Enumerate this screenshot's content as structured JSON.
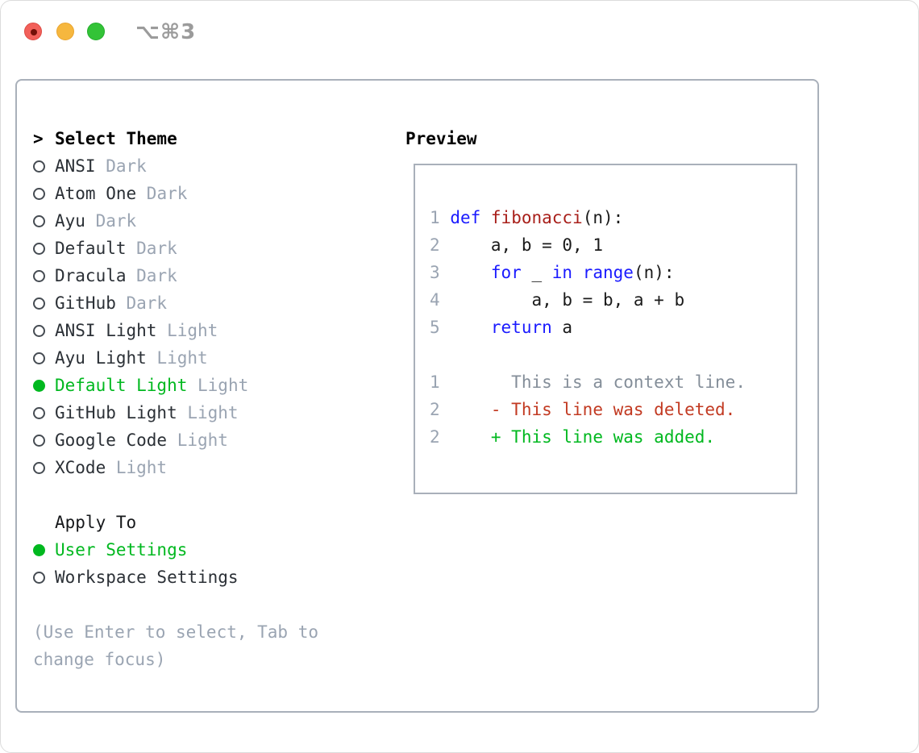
{
  "window": {
    "title": "⌥⌘3",
    "traffic_lights": [
      "close-button",
      "minimize-button",
      "zoom-button"
    ]
  },
  "colors": {
    "green": "#00b81f",
    "red": "#c23a22",
    "blue": "#1b1bff",
    "dark_red": "#a81f1a",
    "gray_light": "#9aa4b2",
    "gray_ctx": "#848e99",
    "text_dark": "#2b3036",
    "panel_border": "#a9b0ba",
    "title_gray": "#9b9b9b",
    "traffic_red": "#f2605a",
    "traffic_red_ring": "#dd4a43",
    "traffic_red_dot": "#731008",
    "traffic_yellow": "#f6b73e",
    "traffic_yellow_ring": "#e9a42f",
    "traffic_green": "#33c337",
    "traffic_green_ring": "#24ad2c"
  },
  "theme_picker": {
    "header_marker": ">",
    "header_label": "Select Theme",
    "themes": [
      {
        "name": "ANSI",
        "variant": "Dark",
        "selected": false
      },
      {
        "name": "Atom One",
        "variant": "Dark",
        "selected": false
      },
      {
        "name": "Ayu",
        "variant": "Dark",
        "selected": false
      },
      {
        "name": "Default",
        "variant": "Dark",
        "selected": false
      },
      {
        "name": "Dracula",
        "variant": "Dark",
        "selected": false
      },
      {
        "name": "GitHub",
        "variant": "Dark",
        "selected": false
      },
      {
        "name": "ANSI Light",
        "variant": "Light",
        "selected": false
      },
      {
        "name": "Ayu Light",
        "variant": "Light",
        "selected": false
      },
      {
        "name": "Default Light",
        "variant": "Light",
        "selected": true
      },
      {
        "name": "GitHub Light",
        "variant": "Light",
        "selected": false
      },
      {
        "name": "Google Code",
        "variant": "Light",
        "selected": false
      },
      {
        "name": "XCode",
        "variant": "Light",
        "selected": false
      }
    ],
    "apply_to": {
      "label": "Apply To",
      "options": [
        {
          "label": "User Settings",
          "selected": true
        },
        {
          "label": "Workspace Settings",
          "selected": false
        }
      ]
    },
    "hint": "(Use Enter to select, Tab to change focus)"
  },
  "preview": {
    "label": "Preview",
    "code_lines": [
      {
        "num": "1",
        "tokens": [
          {
            "t": "def",
            "c": "kw"
          },
          {
            "t": " ",
            "c": "txt"
          },
          {
            "t": "fibonacci",
            "c": "fn"
          },
          {
            "t": "(n):",
            "c": "txt"
          }
        ]
      },
      {
        "num": "2",
        "tokens": [
          {
            "t": "    a, b = 0, 1",
            "c": "txt"
          }
        ]
      },
      {
        "num": "3",
        "tokens": [
          {
            "t": "    ",
            "c": "txt"
          },
          {
            "t": "for",
            "c": "kw"
          },
          {
            "t": " _ ",
            "c": "txt"
          },
          {
            "t": "in",
            "c": "kw"
          },
          {
            "t": " ",
            "c": "txt"
          },
          {
            "t": "range",
            "c": "kw"
          },
          {
            "t": "(n):",
            "c": "txt"
          }
        ]
      },
      {
        "num": "4",
        "tokens": [
          {
            "t": "        a, b = b, a + b",
            "c": "txt"
          }
        ]
      },
      {
        "num": "5",
        "tokens": [
          {
            "t": "    ",
            "c": "txt"
          },
          {
            "t": "return",
            "c": "kw"
          },
          {
            "t": " a",
            "c": "txt"
          }
        ]
      }
    ],
    "diff_lines": [
      {
        "num": "1",
        "tokens": [
          {
            "t": "      This is a context line.",
            "c": "ctx"
          }
        ]
      },
      {
        "num": "2",
        "tokens": [
          {
            "t": "    - This line was deleted.",
            "c": "del"
          }
        ]
      },
      {
        "num": "2",
        "tokens": [
          {
            "t": "    + This line was added.",
            "c": "add"
          }
        ]
      }
    ]
  }
}
